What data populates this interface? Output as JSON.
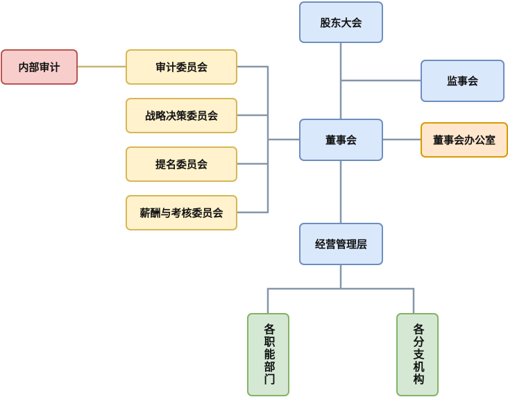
{
  "nodes": {
    "shareholders": "股东大会",
    "supervisory": "监事会",
    "board": "董事会",
    "board_office": "董事会办公室",
    "audit_committee": "审计委员会",
    "strategy_committee": "战略决策委员会",
    "nomination_committee": "提名委员会",
    "compensation_committee": "薪酬与考核委员会",
    "internal_audit": "内部审计",
    "management": "经营管理层",
    "functional_departments": "各职能部门",
    "branches": "各分支机构"
  },
  "colors": {
    "connector": "#8496a9",
    "audit_link": "#c8b66e"
  }
}
